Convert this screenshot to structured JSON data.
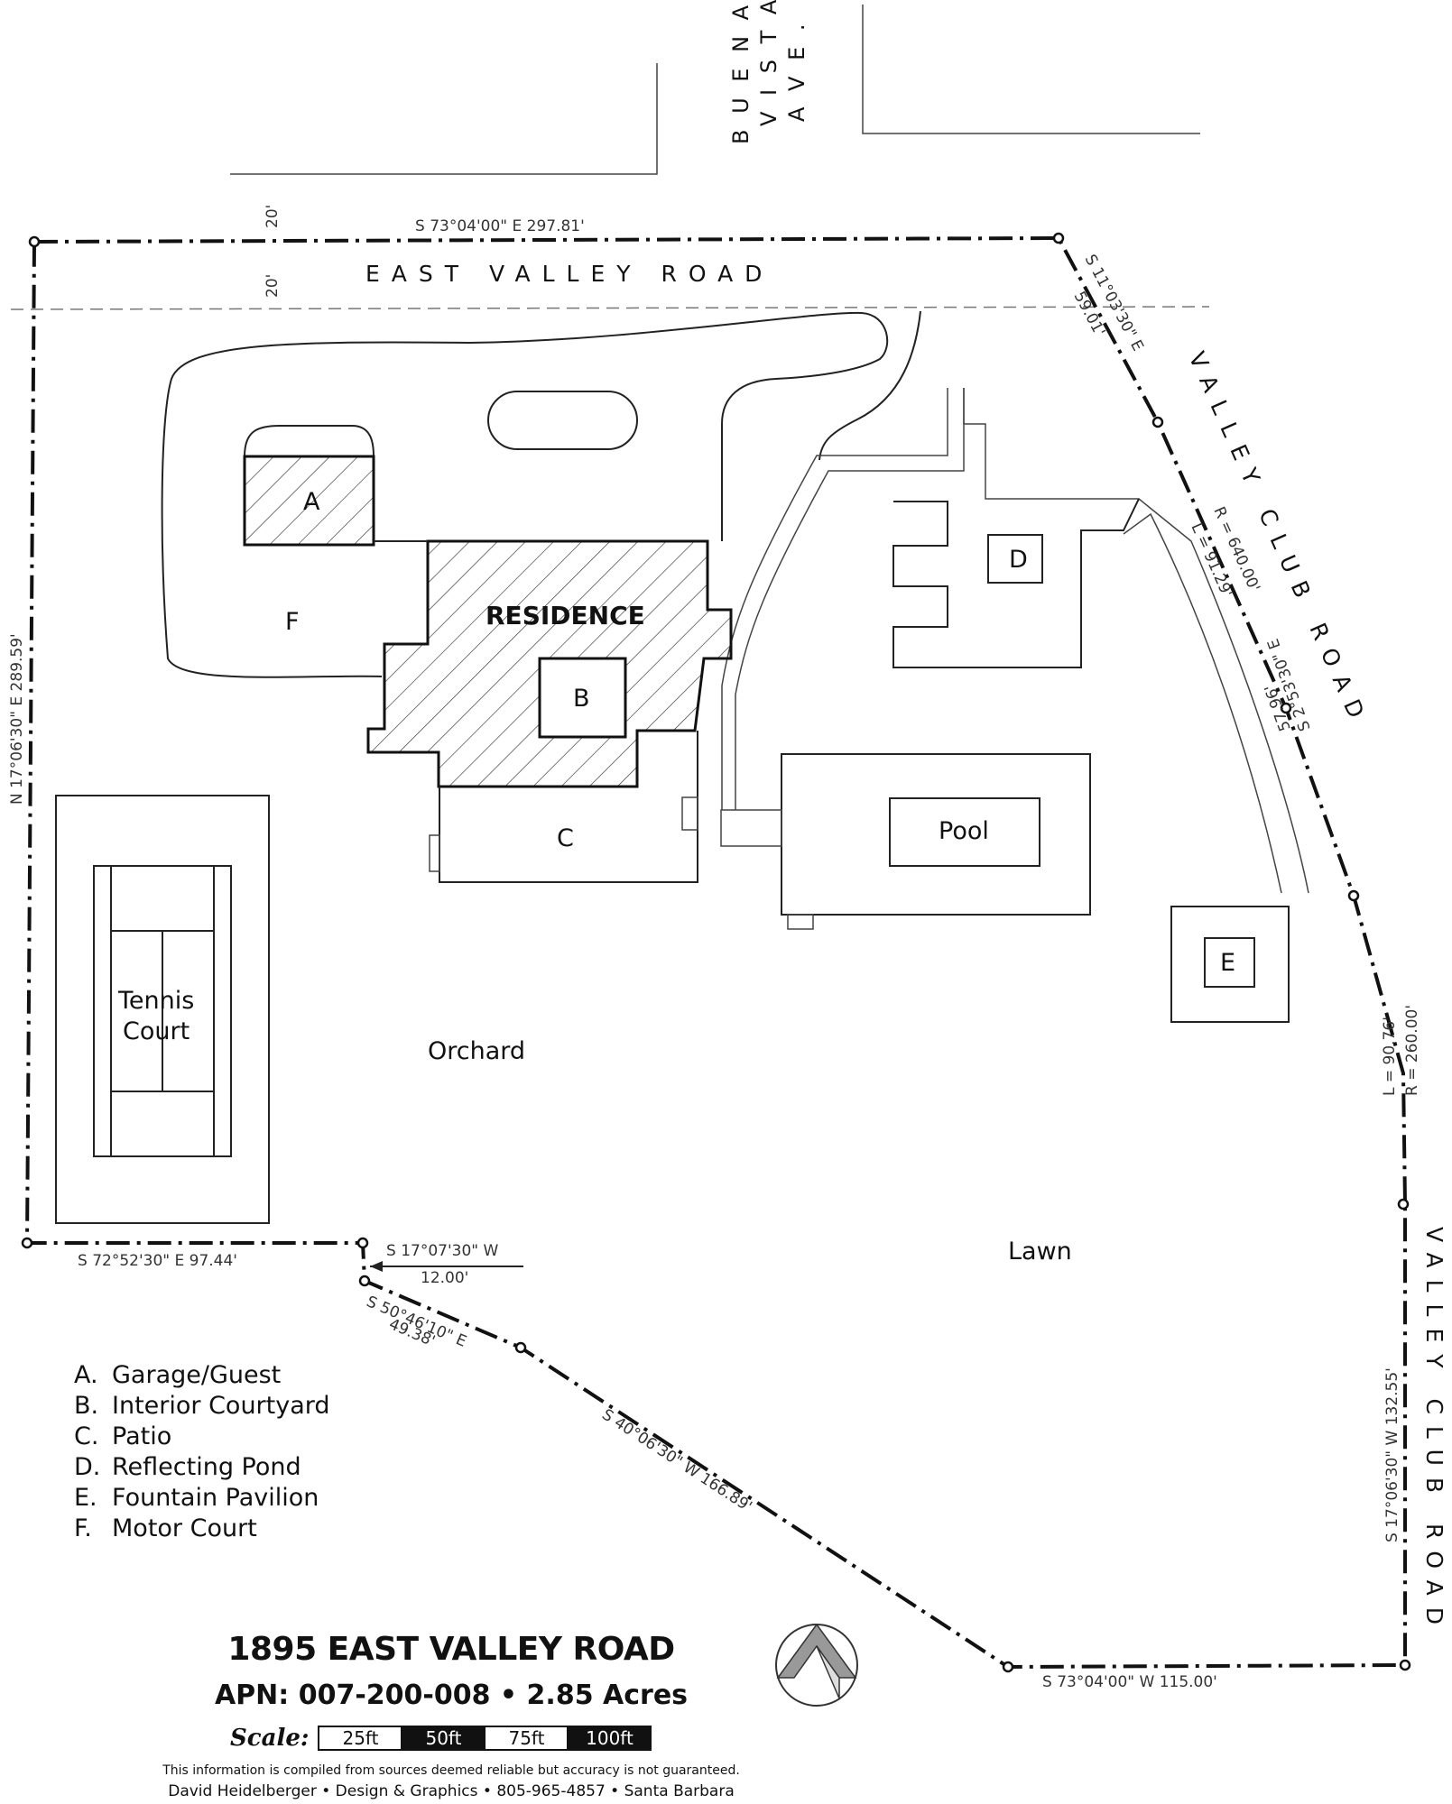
{
  "roads": {
    "buena_vista": [
      "B U E N A",
      "V I S T A",
      "A V E ."
    ],
    "east_valley": "EAST VALLEY ROAD",
    "valley_club_upper": "VALLEY CLUB ROAD",
    "valley_club_lower": "VALLEY CLUB ROAD",
    "setback_upper": "20'",
    "setback_lower": "20'"
  },
  "boundary_calls": {
    "north": "S 73°04'00\" E  297.81'",
    "ne_1_bearing": "S 11°03'30\" E",
    "ne_1_distance": "59.01'",
    "curve_1_radius": "R = 640.00'",
    "curve_1_length": "L = 91.29'",
    "ne_2_bearing": "S 2°53'30\" E",
    "ne_2_distance": "57.96'",
    "curve_2_length": "L = 90.76'",
    "curve_2_radius": "R = 260.00'",
    "east": "S 17°06'30\" W  132.55'",
    "south": "S 73°04'00\" W  115.00'",
    "sw_long": "S 40°06'30\" W   166.89'",
    "sw_short_bearing": "S 50°46'10\" E",
    "sw_short_distance": "49.38'",
    "jog_bearing": "S 17°07'30\" W",
    "jog_distance": "12.00'",
    "west_south": "S 72°52'30\" E   97.44'",
    "west": "N 17°06'30\" E  289.59'"
  },
  "features": {
    "a": "A",
    "b": "B",
    "c": "C",
    "d": "D",
    "e": "E",
    "f": "F",
    "residence": "RESIDENCE",
    "pool": "Pool",
    "tennis_line1": "Tennis",
    "tennis_line2": "Court",
    "orchard": "Orchard",
    "lawn": "Lawn"
  },
  "legend": [
    {
      "letter": "A.",
      "text": "Garage/Guest"
    },
    {
      "letter": "B.",
      "text": "Interior Courtyard"
    },
    {
      "letter": "C.",
      "text": "Patio"
    },
    {
      "letter": "D.",
      "text": "Reflecting Pond"
    },
    {
      "letter": "E.",
      "text": "Fountain Pavilion"
    },
    {
      "letter": "F.",
      "text": "Motor Court"
    }
  ],
  "title_block": {
    "address": "1895 EAST VALLEY ROAD",
    "apn": "APN: 007-200-008  •  2.85 Acres",
    "scale_label": "Scale:",
    "scale_segments": [
      "25ft",
      "50ft",
      "75ft",
      "100ft"
    ],
    "disclaimer": "This information is compiled from sources deemed reliable but accuracy is not guaranteed.",
    "credit": "David Heidelberger • Design & Graphics • 805-965-4857 • Santa Barbara"
  },
  "north_arrow_icon": "north-arrow-icon"
}
